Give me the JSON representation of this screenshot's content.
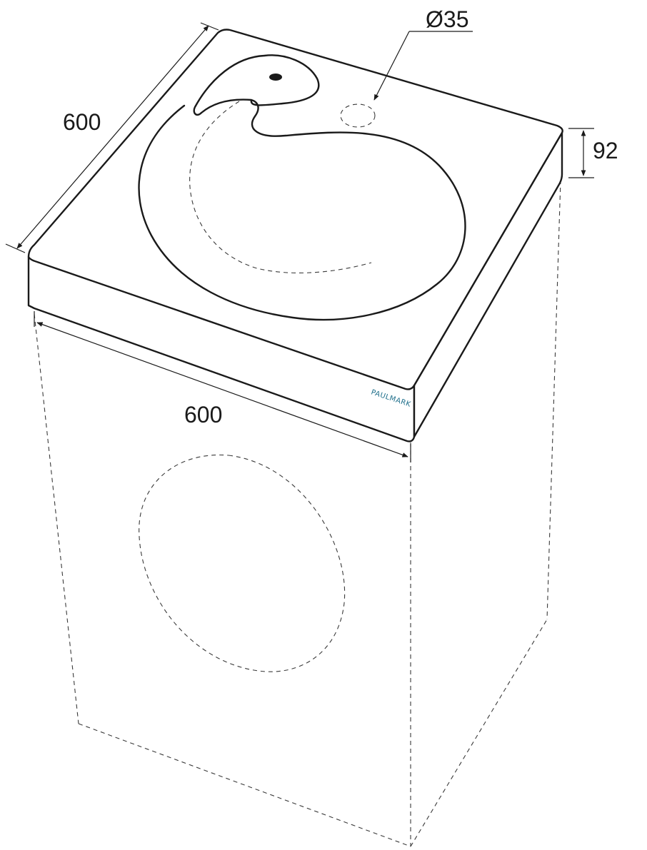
{
  "dimensions": {
    "depth": "600",
    "width": "600",
    "thickness": "92",
    "tap_hole": "Ø35"
  },
  "brand": {
    "logo_text": "PAULMARK",
    "color": "#1f6f8b"
  },
  "colors": {
    "line": "#1a1a1a",
    "background": "#ffffff"
  }
}
